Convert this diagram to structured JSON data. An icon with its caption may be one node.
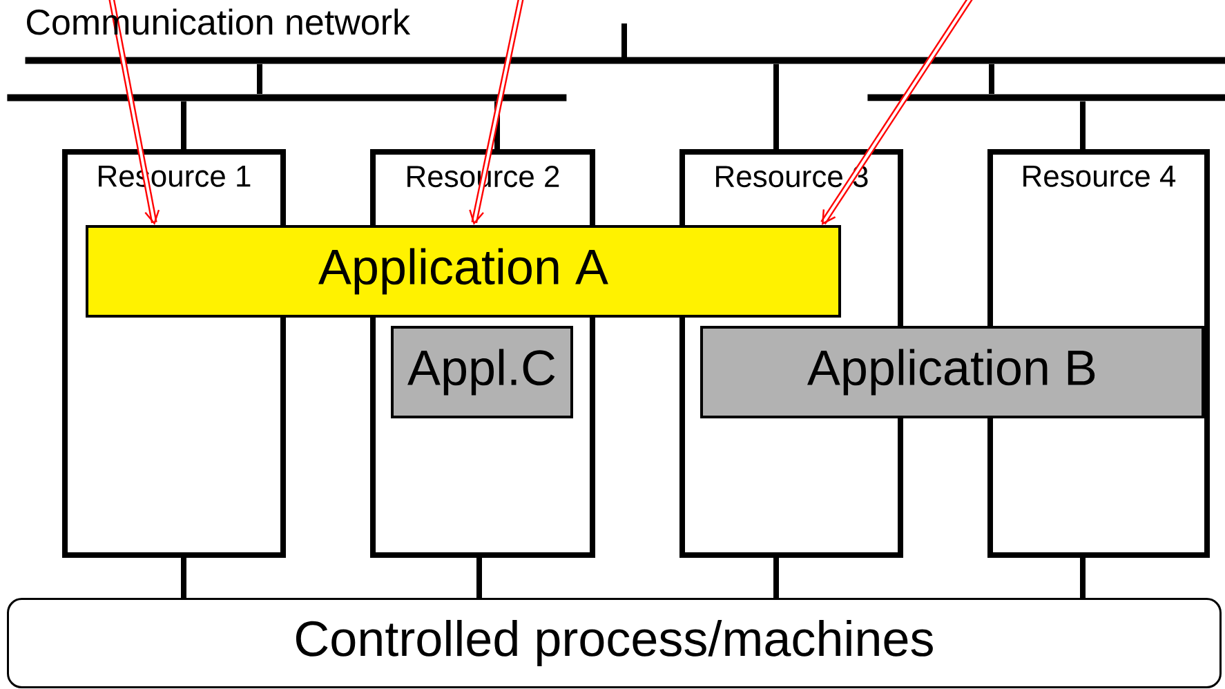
{
  "diagram": {
    "nodes": [
      {
        "text": [],
        "shape": "bar"
      },
      {
        "text": [],
        "shape": "bar"
      },
      {
        "text": [],
        "shape": "bar"
      },
      {
        "text": [
          "Resource 1"
        ]
      },
      {
        "text": [
          "Resource 2"
        ]
      },
      {
        "text": [
          "Resource 3"
        ]
      },
      {
        "text": [
          "Resource 4"
        ]
      },
      {
        "text": [
          "Application A"
        ]
      },
      {
        "text": [
          "Appl.C"
        ],
        "in": 4
      },
      {
        "text": [
          "Application B"
        ]
      },
      {
        "text": [
          "Controlled process/machines"
        ]
      }
    ],
    "edges": [
      {
        "from": 1,
        "to": 0,
        "arrow": "none"
      },
      {
        "from": 2,
        "to": 0,
        "arrow": "none"
      },
      {
        "from": 3,
        "to": 1,
        "arrow": "none"
      },
      {
        "from": 4,
        "to": 1,
        "arrow": "none"
      },
      {
        "from": 5,
        "to": 0,
        "arrow": "none"
      },
      {
        "from": 6,
        "to": 2,
        "arrow": "none"
      },
      {
        "from": 3,
        "to": 10,
        "arrow": "none"
      },
      {
        "from": 4,
        "to": 10,
        "arrow": "none"
      },
      {
        "from": 5,
        "to": 10,
        "arrow": "none"
      },
      {
        "from": 6,
        "to": 10,
        "arrow": "none"
      },
      {
        "from": null,
        "to": 7,
        "arrow": "to",
        "color": "#ff0000"
      },
      {
        "from": null,
        "to": 7,
        "arrow": "to",
        "color": "#ff0000"
      },
      {
        "from": null,
        "to": 7,
        "arrow": "to",
        "color": "#ff0000"
      }
    ],
    "labels": [
      "Communication network"
    ]
  }
}
